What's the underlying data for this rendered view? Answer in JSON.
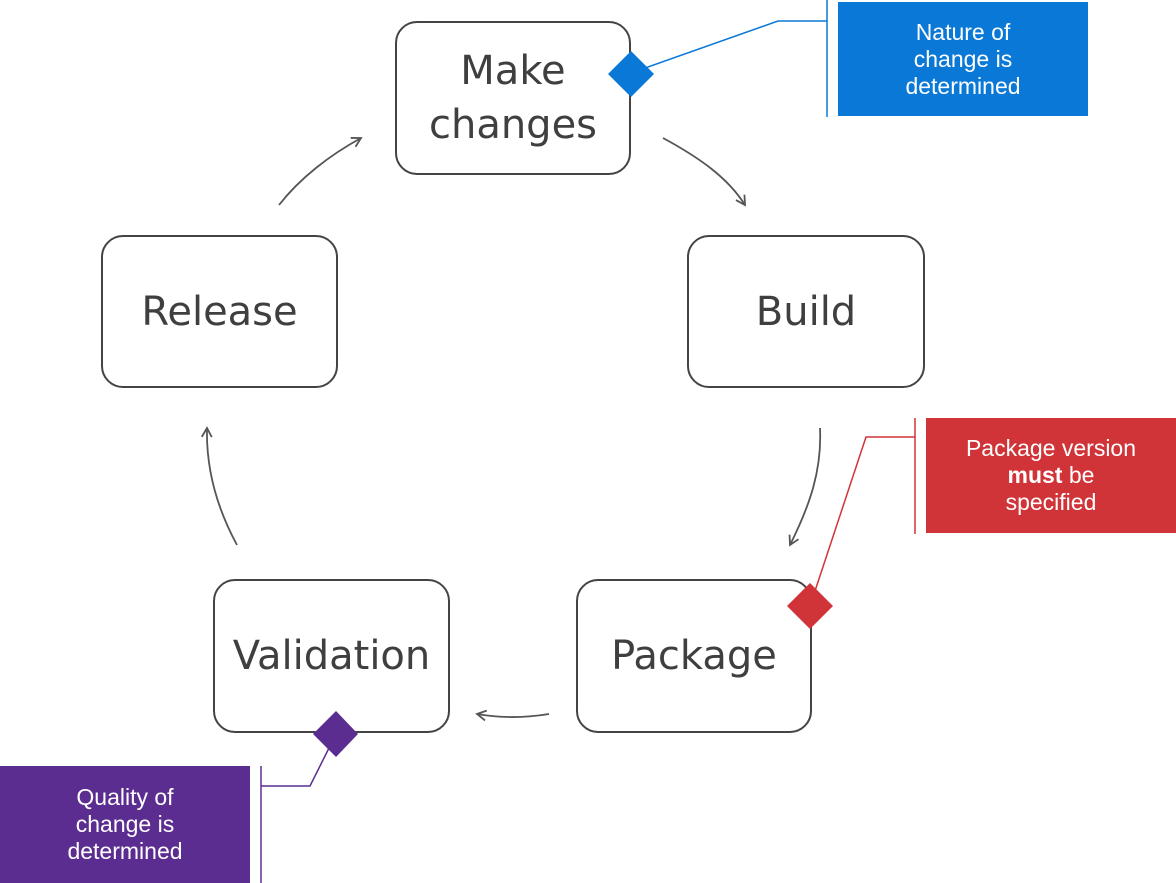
{
  "stages": {
    "make_changes": {
      "line1": "Make",
      "line2": "changes"
    },
    "build": "Build",
    "package": "Package",
    "validation": "Validation",
    "release": "Release"
  },
  "callouts": {
    "nature": {
      "line1": "Nature of",
      "line2": "change is",
      "line3": "determined",
      "color": "#0a78d6"
    },
    "package_version": {
      "line1": "Package version",
      "bold": "must",
      "after_bold": " be",
      "line3": "specified",
      "color": "#d13438"
    },
    "quality": {
      "line1": "Quality of",
      "line2": "change is",
      "line3": "determined",
      "color": "#5c2d91"
    }
  },
  "colors": {
    "arrow": "#555555",
    "box_border": "#444444",
    "text": "#3f3f3f"
  }
}
